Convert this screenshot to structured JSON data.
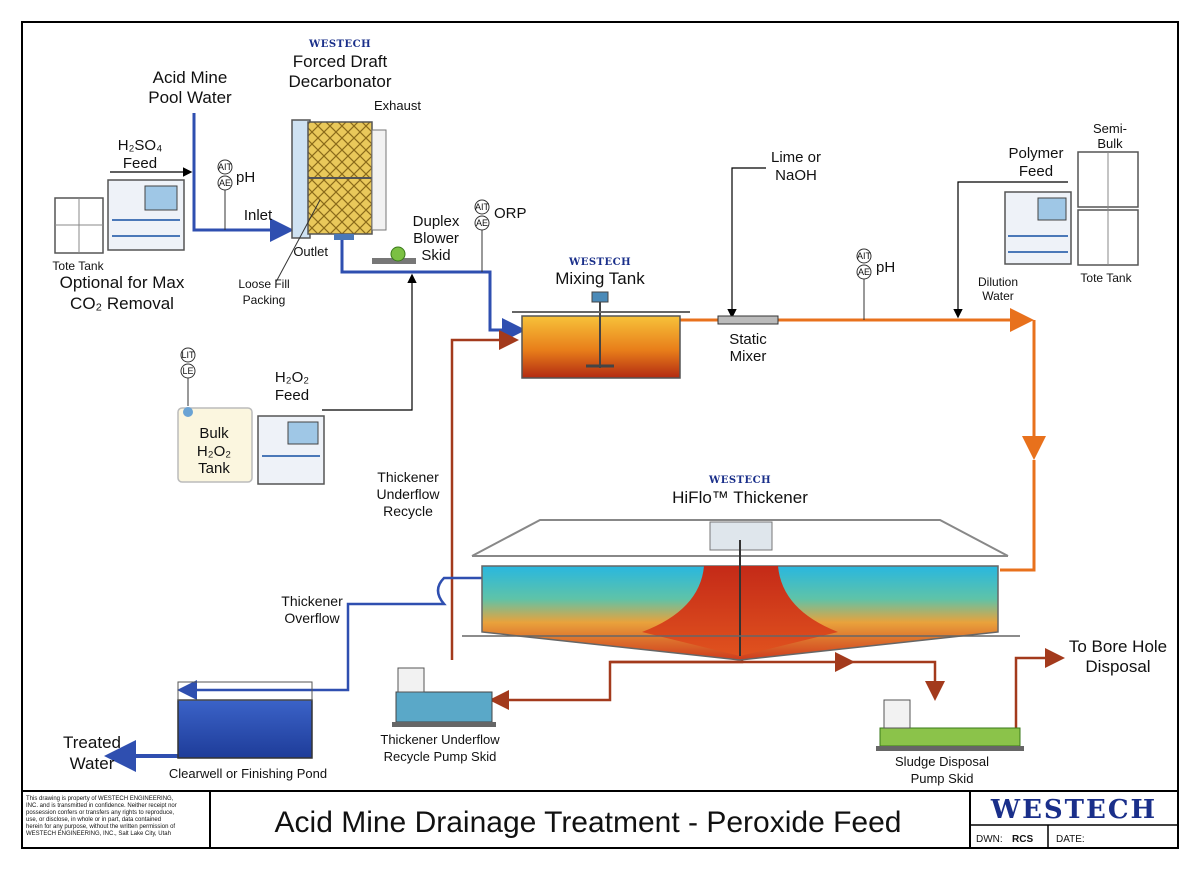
{
  "brand": "WESTECH",
  "title": "Acid Mine Drainage Treatment - Peroxide Feed",
  "disclaimer": [
    "This drawing is property of WESTECH ENGINEERING,",
    "INC. and is transmitted in confidence. Neither receipt nor",
    "possession confers or transfers any rights to reproduce,",
    "use, or disclose, in whole or in part, data contained",
    "herein for any purpose, without the written permission of",
    "WESTECH ENGINEERING, INC., Salt Lake City, Utah"
  ],
  "title_block": {
    "dwn_label": "DWN:",
    "dwn_value": "RCS",
    "date_label": "DATE:"
  },
  "labels": {
    "acid_mine_1": "Acid Mine",
    "acid_mine_2": "Pool Water",
    "h2so4": "H₂SO₄",
    "feed": "Feed",
    "tote_tank": "Tote Tank",
    "optional_1": "Optional for Max",
    "optional_2": "CO₂ Removal",
    "decarb_1": "Forced Draft",
    "decarb_2": "Decarbonator",
    "exhaust": "Exhaust",
    "inlet": "Inlet",
    "outlet": "Outlet",
    "loose_fill_1": "Loose Fill",
    "loose_fill_2": "Packing",
    "duplex_1": "Duplex",
    "duplex_2": "Blower",
    "duplex_3": "Skid",
    "orp": "ORP",
    "ph": "pH",
    "mixing_tank": "Mixing Tank",
    "lime_1": "Lime or",
    "lime_2": "NaOH",
    "static_1": "Static",
    "static_2": "Mixer",
    "polymer_1": "Polymer",
    "polymer_2": "Feed",
    "semi_1": "Semi-",
    "semi_2": "Bulk",
    "dilution_1": "Dilution",
    "dilution_2": "Water",
    "h2o2": "H₂O₂",
    "bulk_1": "Bulk",
    "bulk_2": "H₂O₂",
    "bulk_3": "Tank",
    "recycle_1": "Thickener",
    "recycle_2": "Underflow",
    "recycle_3": "Recycle",
    "hiflo": "HiFlo™ Thickener",
    "overflow_1": "Thickener",
    "overflow_2": "Overflow",
    "bore_1": "To Bore Hole",
    "bore_2": "Disposal",
    "treated_1": "Treated",
    "treated_2": "Water",
    "clearwell": "Clearwell or Finishing Pond",
    "rps_1": "Thickener Underflow",
    "rps_2": "Recycle Pump Skid",
    "sludge_1": "Sludge Disposal",
    "sludge_2": "Pump Skid"
  },
  "instruments": {
    "ait": "AIT",
    "ae": "AE",
    "lit": "LIT",
    "le": "LE"
  },
  "colors": {
    "water_line": "#2f4fb0",
    "treated_line": "#e8711c",
    "sludge_line": "#a33a1c",
    "frame": "#000000"
  }
}
